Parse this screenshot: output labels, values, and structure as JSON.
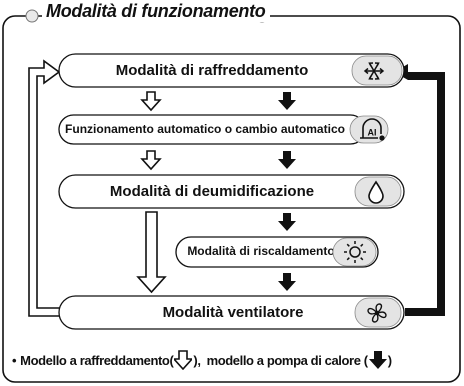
{
  "title": "Modalità di funzionamento",
  "modes": [
    {
      "label": "Modalità di raffreddamento",
      "icon": "snowflake-icon"
    },
    {
      "label": "Funzionamento automatico o cambio automatico",
      "icon": "auto-ai-icon",
      "icon_text": "AI"
    },
    {
      "label": "Modalità di deumidificazione",
      "icon": "droplet-icon"
    },
    {
      "label": "Modalità di riscaldamento",
      "icon": "sun-icon"
    },
    {
      "label": "Modalità ventilatore",
      "icon": "fan-icon"
    }
  ],
  "legend": {
    "bullet": "•",
    "cooling_model": "Modello a raffreddamento(",
    "separator": "),",
    "heat_pump_model": "modello a pompa di calore (",
    "close": ")"
  }
}
